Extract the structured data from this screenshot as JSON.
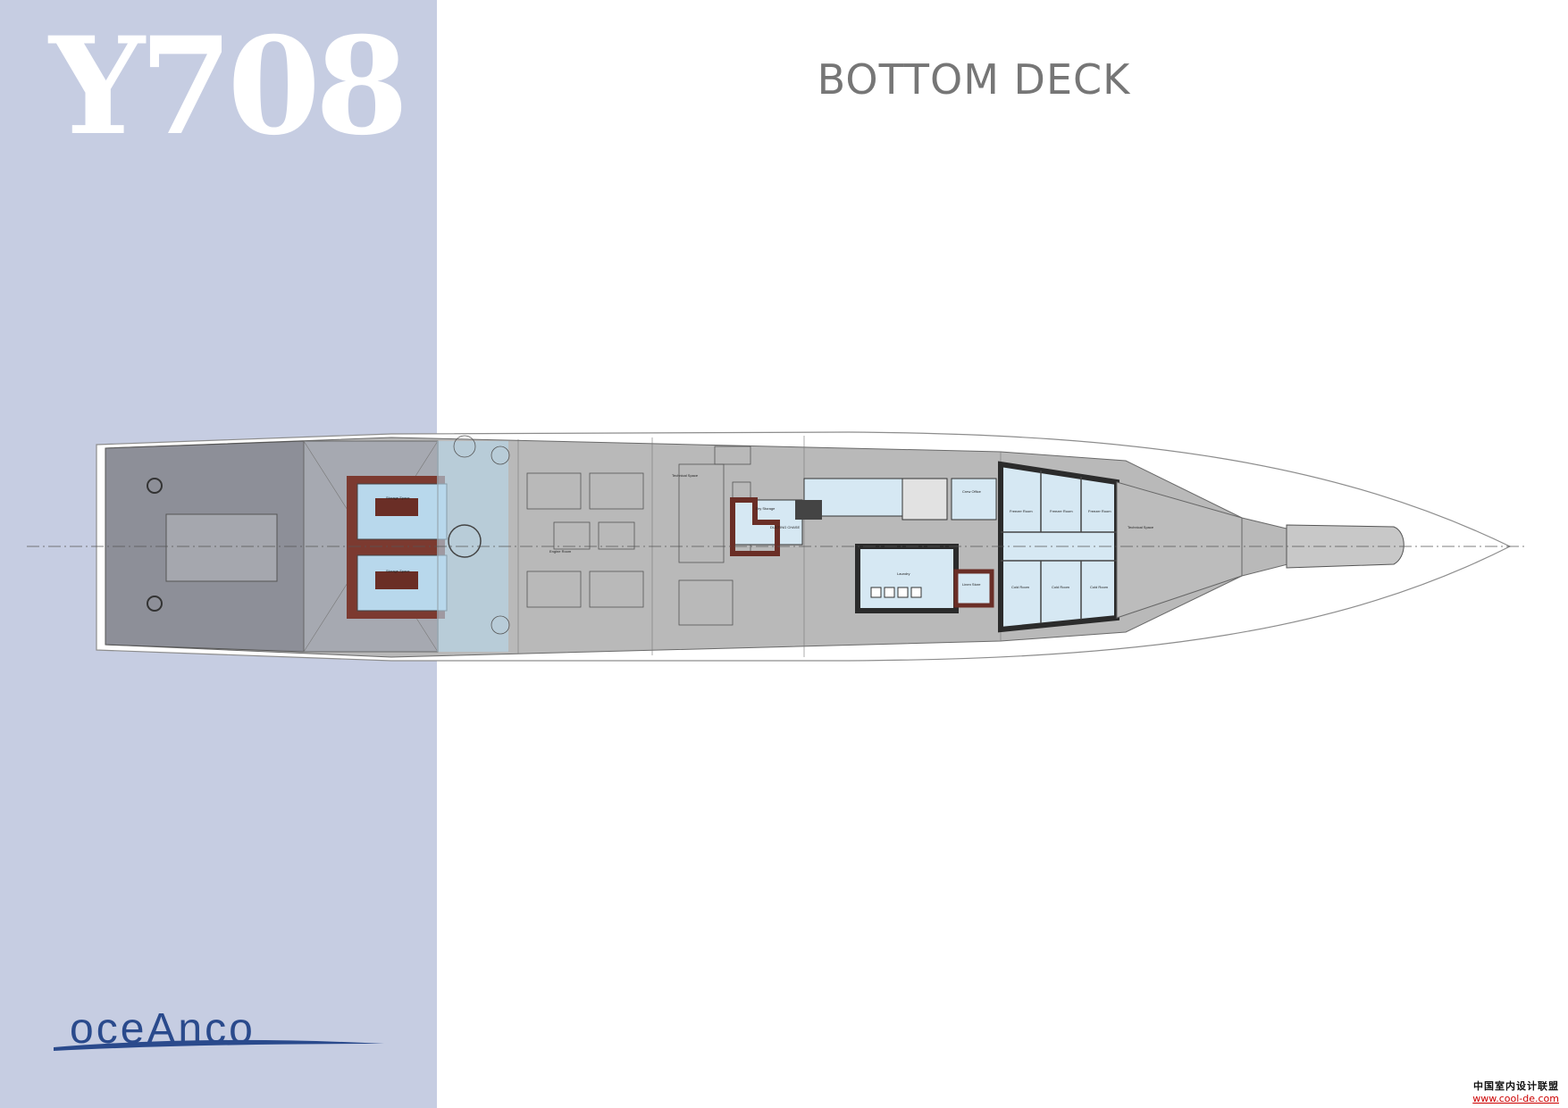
{
  "header": {
    "model": "Y708",
    "title": "BOTTOM DECK"
  },
  "brand": {
    "logo_text": "oceAnco",
    "band_color": "#c6cde2",
    "logo_color": "#2a4a8c"
  },
  "rooms": {
    "storage_space_top": "Storage Space",
    "storage_space_bottom": "Storage Space",
    "technical_space_aft": "Technical Space",
    "engine_room": "Engine Room",
    "ducting_chase": "DUCTING CHASE",
    "dry_storage": "Dry Storage",
    "crew_office": "Crew Office",
    "laundry": "Laundry",
    "linen_store": "Linen Store",
    "freezer_room_1": "Freezer Room",
    "freezer_room_2": "Freezer Room",
    "freezer_room_3": "Freezer Room",
    "cold_room_1": "Cold Room",
    "cold_room_2": "Cold Room",
    "cold_room_3": "Cold Room",
    "technical_space_fwd": "Technical Space"
  },
  "watermark": {
    "line1": "中国室内设计联盟",
    "line2": "www.cool-de.com"
  }
}
